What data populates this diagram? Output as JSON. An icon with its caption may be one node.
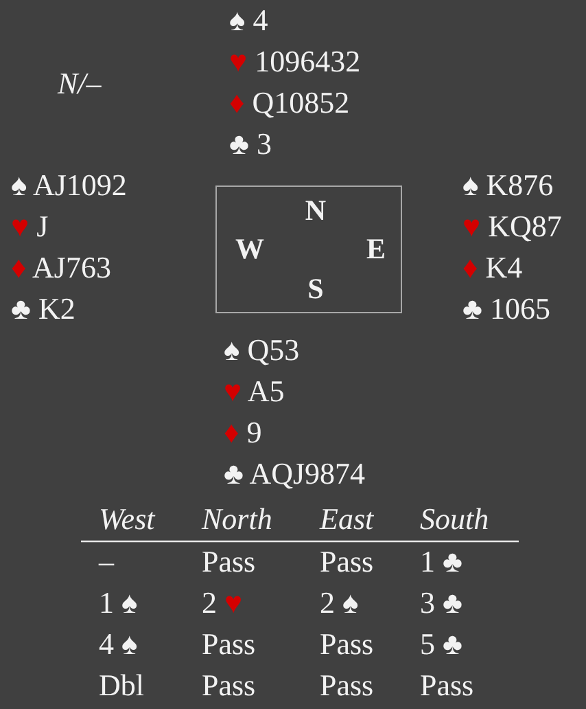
{
  "diagram": {
    "nodes": [
      {
        "text": [
          "N",
          "W",
          "E",
          "S"
        ]
      }
    ],
    "labels": [
      "N/–",
      "♠ 4",
      "♥ 1096432",
      "♦ Q10852",
      "♣ 3",
      "♠ AJ1092",
      "♥ J",
      "♦ AJ763",
      "♣ K2",
      "♠ K876",
      "♥ KQ87",
      "♦ K4",
      "♣ 1065",
      "♠ Q53",
      "♥ A5",
      "♦ 9",
      "♣ AQJ9874",
      "West",
      "North",
      "East",
      "South",
      "–",
      "Pass",
      "Pass",
      "1 ♣",
      "1 ♠",
      "2 ♥",
      "2 ♠",
      "3 ♣",
      "4 ♠",
      "Pass",
      "Pass",
      "5 ♣",
      "Dbl",
      "Pass",
      "Pass",
      "Pass"
    ]
  }
}
